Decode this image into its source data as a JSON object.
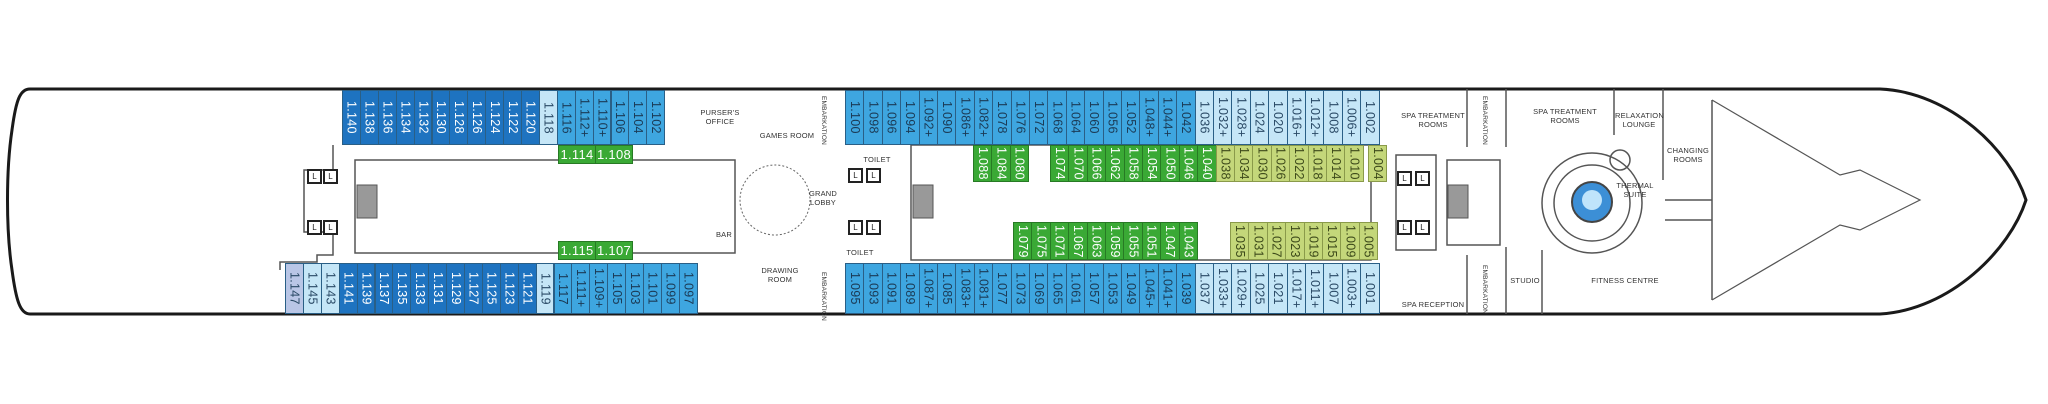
{
  "deck_plan": {
    "rooms": {
      "pursers_office": "PURSER'S\nOFFICE",
      "games_room": "GAMES ROOM",
      "grand_lobby": "GRAND\nLOBBY",
      "bar": "BAR",
      "drawing_room": "DRAWING ROOM",
      "embarkation": "EMBARKATION",
      "toilet": "TOILET",
      "spa_treatment_rooms": "SPA TREATMENT\nROOMS",
      "relaxation_lounge": "RELAXATION\nLOUNGE",
      "changing_rooms": "CHANGING\nROOMS",
      "thermal_suite": "THERMAL\nSUITE",
      "studio": "STUDIO",
      "fitness_centre": "FITNESS CENTRE",
      "spa_reception": "SPA RECEPTION",
      "lift": "L"
    },
    "colors": {
      "dark_blue": "#1e73c0",
      "mid_blue": "#3ea6e0",
      "light_blue": "#c5e6f7",
      "lavender": "#b9c6e6",
      "green": "#3aa935",
      "lime": "#c4d77a"
    },
    "cabins": {
      "aft_top": [
        {
          "n": "1.140",
          "c": "dark"
        },
        {
          "n": "1.138",
          "c": "dark"
        },
        {
          "n": "1.136",
          "c": "dark"
        },
        {
          "n": "1.134",
          "c": "dark"
        },
        {
          "n": "1.132",
          "c": "dark"
        },
        {
          "n": "1.130",
          "c": "dark"
        },
        {
          "n": "1.128",
          "c": "dark"
        },
        {
          "n": "1.126",
          "c": "dark"
        },
        {
          "n": "1.124",
          "c": "dark"
        },
        {
          "n": "1.122",
          "c": "dark"
        },
        {
          "n": "1.120",
          "c": "dark"
        },
        {
          "n": "1.118",
          "c": "light"
        },
        {
          "n": "1.116",
          "c": "mid"
        },
        {
          "n": "1.112+",
          "c": "mid"
        },
        {
          "n": "1.110+",
          "c": "mid"
        },
        {
          "n": "1.106",
          "c": "mid"
        },
        {
          "n": "1.104",
          "c": "mid"
        },
        {
          "n": "1.102",
          "c": "mid"
        }
      ],
      "aft_bottom": [
        {
          "n": "1.147",
          "c": "lav"
        },
        {
          "n": "1.145",
          "c": "light"
        },
        {
          "n": "1.143",
          "c": "light"
        },
        {
          "n": "1.141",
          "c": "dark"
        },
        {
          "n": "1.139",
          "c": "dark"
        },
        {
          "n": "1.137",
          "c": "dark"
        },
        {
          "n": "1.135",
          "c": "dark"
        },
        {
          "n": "1.133",
          "c": "dark"
        },
        {
          "n": "1.131",
          "c": "dark"
        },
        {
          "n": "1.129",
          "c": "dark"
        },
        {
          "n": "1.127",
          "c": "dark"
        },
        {
          "n": "1.125",
          "c": "dark"
        },
        {
          "n": "1.123",
          "c": "dark"
        },
        {
          "n": "1.121",
          "c": "dark"
        },
        {
          "n": "1.119",
          "c": "light"
        },
        {
          "n": "1.117",
          "c": "mid"
        },
        {
          "n": "1.111+",
          "c": "mid"
        },
        {
          "n": "1.109+",
          "c": "mid"
        },
        {
          "n": "1.105",
          "c": "mid"
        },
        {
          "n": "1.103",
          "c": "mid"
        },
        {
          "n": "1.101",
          "c": "mid"
        },
        {
          "n": "1.099",
          "c": "mid"
        },
        {
          "n": "1.097",
          "c": "mid"
        }
      ],
      "aft_inner_top": [
        {
          "n": "1.114",
          "c": "green"
        },
        {
          "n": "1.108",
          "c": "green"
        }
      ],
      "aft_inner_bottom": [
        {
          "n": "1.115",
          "c": "green"
        },
        {
          "n": "1.107",
          "c": "green"
        }
      ],
      "fwd_top": [
        {
          "n": "1.100",
          "c": "mid"
        },
        {
          "n": "1.098",
          "c": "mid"
        },
        {
          "n": "1.096",
          "c": "mid"
        },
        {
          "n": "1.094",
          "c": "mid"
        },
        {
          "n": "1.092+",
          "c": "mid"
        },
        {
          "n": "1.090",
          "c": "mid"
        },
        {
          "n": "1.086+",
          "c": "mid"
        },
        {
          "n": "1.082+",
          "c": "mid"
        },
        {
          "n": "1.078",
          "c": "mid"
        },
        {
          "n": "1.076",
          "c": "mid"
        },
        {
          "n": "1.072",
          "c": "mid"
        },
        {
          "n": "1.068",
          "c": "mid"
        },
        {
          "n": "1.064",
          "c": "mid"
        },
        {
          "n": "1.060",
          "c": "mid"
        },
        {
          "n": "1.056",
          "c": "mid"
        },
        {
          "n": "1.052",
          "c": "mid"
        },
        {
          "n": "1.048+",
          "c": "mid"
        },
        {
          "n": "1.044+",
          "c": "mid"
        },
        {
          "n": "1.042",
          "c": "mid"
        },
        {
          "n": "1.036",
          "c": "light"
        },
        {
          "n": "1.032+",
          "c": "light"
        },
        {
          "n": "1.028+",
          "c": "light"
        },
        {
          "n": "1.024",
          "c": "light"
        },
        {
          "n": "1.020",
          "c": "light"
        },
        {
          "n": "1.016+",
          "c": "light"
        },
        {
          "n": "1.012+",
          "c": "light"
        },
        {
          "n": "1.008",
          "c": "light"
        },
        {
          "n": "1.006+",
          "c": "light"
        },
        {
          "n": "1.002",
          "c": "light"
        }
      ],
      "fwd_bottom": [
        {
          "n": "1.095",
          "c": "mid"
        },
        {
          "n": "1.093",
          "c": "mid"
        },
        {
          "n": "1.091",
          "c": "mid"
        },
        {
          "n": "1.089",
          "c": "mid"
        },
        {
          "n": "1.087+",
          "c": "mid"
        },
        {
          "n": "1.085",
          "c": "mid"
        },
        {
          "n": "1.083+",
          "c": "mid"
        },
        {
          "n": "1.081+",
          "c": "mid"
        },
        {
          "n": "1.077",
          "c": "mid"
        },
        {
          "n": "1.073",
          "c": "mid"
        },
        {
          "n": "1.069",
          "c": "mid"
        },
        {
          "n": "1.065",
          "c": "mid"
        },
        {
          "n": "1.061",
          "c": "mid"
        },
        {
          "n": "1.057",
          "c": "mid"
        },
        {
          "n": "1.053",
          "c": "mid"
        },
        {
          "n": "1.049",
          "c": "mid"
        },
        {
          "n": "1.045+",
          "c": "mid"
        },
        {
          "n": "1.041+",
          "c": "mid"
        },
        {
          "n": "1.039",
          "c": "mid"
        },
        {
          "n": "1.037",
          "c": "light"
        },
        {
          "n": "1.033+",
          "c": "light"
        },
        {
          "n": "1.029+",
          "c": "light"
        },
        {
          "n": "1.025",
          "c": "light"
        },
        {
          "n": "1.021",
          "c": "light"
        },
        {
          "n": "1.017+",
          "c": "light"
        },
        {
          "n": "1.011+",
          "c": "light"
        },
        {
          "n": "1.007",
          "c": "light"
        },
        {
          "n": "1.003+",
          "c": "light"
        },
        {
          "n": "1.001",
          "c": "light"
        }
      ],
      "fwd_inner_top_a": [
        {
          "n": "1.088",
          "c": "green"
        },
        {
          "n": "1.084",
          "c": "green"
        },
        {
          "n": "1.080",
          "c": "green"
        }
      ],
      "fwd_inner_top_b": [
        {
          "n": "1.074",
          "c": "green"
        },
        {
          "n": "1.070",
          "c": "green"
        },
        {
          "n": "1.066",
          "c": "green"
        },
        {
          "n": "1.062",
          "c": "green"
        },
        {
          "n": "1.058",
          "c": "green"
        },
        {
          "n": "1.054",
          "c": "green"
        },
        {
          "n": "1.050",
          "c": "green"
        },
        {
          "n": "1.046",
          "c": "green"
        },
        {
          "n": "1.040",
          "c": "green"
        },
        {
          "n": "1.038",
          "c": "lime"
        },
        {
          "n": "1.034",
          "c": "lime"
        },
        {
          "n": "1.030",
          "c": "lime"
        },
        {
          "n": "1.026",
          "c": "lime"
        },
        {
          "n": "1.022",
          "c": "lime"
        },
        {
          "n": "1.018",
          "c": "lime"
        },
        {
          "n": "1.014",
          "c": "lime"
        },
        {
          "n": "1.010",
          "c": "lime"
        }
      ],
      "fwd_inner_top_c": [
        {
          "n": "1.004",
          "c": "lime"
        }
      ],
      "fwd_inner_bottom_a": [
        {
          "n": "1.079",
          "c": "green"
        },
        {
          "n": "1.075",
          "c": "green"
        },
        {
          "n": "1.071",
          "c": "green"
        },
        {
          "n": "1.067",
          "c": "green"
        },
        {
          "n": "1.063",
          "c": "green"
        },
        {
          "n": "1.059",
          "c": "green"
        },
        {
          "n": "1.055",
          "c": "green"
        },
        {
          "n": "1.051",
          "c": "green"
        },
        {
          "n": "1.047",
          "c": "green"
        },
        {
          "n": "1.043",
          "c": "green"
        }
      ],
      "fwd_inner_bottom_b": [
        {
          "n": "1.035",
          "c": "lime"
        },
        {
          "n": "1.031",
          "c": "lime"
        },
        {
          "n": "1.027",
          "c": "lime"
        },
        {
          "n": "1.023",
          "c": "lime"
        },
        {
          "n": "1.019",
          "c": "lime"
        },
        {
          "n": "1.015",
          "c": "lime"
        },
        {
          "n": "1.009",
          "c": "lime"
        },
        {
          "n": "1.005",
          "c": "lime"
        }
      ]
    }
  }
}
